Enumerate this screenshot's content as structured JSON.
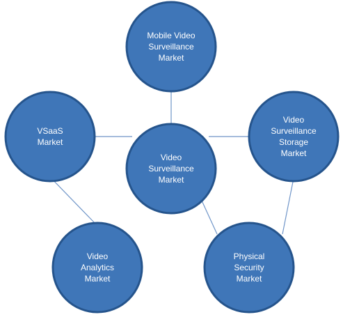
{
  "colors": {
    "node_fill": "#3f76b8",
    "node_border": "#25548c",
    "connector": "#6f95c8",
    "text": "#ffffff"
  },
  "nodes": {
    "center": {
      "lines": [
        "Video",
        "Surveillance",
        "Market"
      ]
    },
    "mobile": {
      "lines": [
        "Mobile Video",
        "Surveillance",
        "Market"
      ]
    },
    "vsaas": {
      "lines": [
        "VSaaS",
        "Market"
      ]
    },
    "storage": {
      "lines": [
        "Video",
        "Surveillance",
        "Storage",
        "Market"
      ]
    },
    "analytics": {
      "lines": [
        "Video",
        "Analytics",
        "Market"
      ]
    },
    "physical": {
      "lines": [
        "Physical",
        "Security",
        "Market"
      ]
    }
  }
}
